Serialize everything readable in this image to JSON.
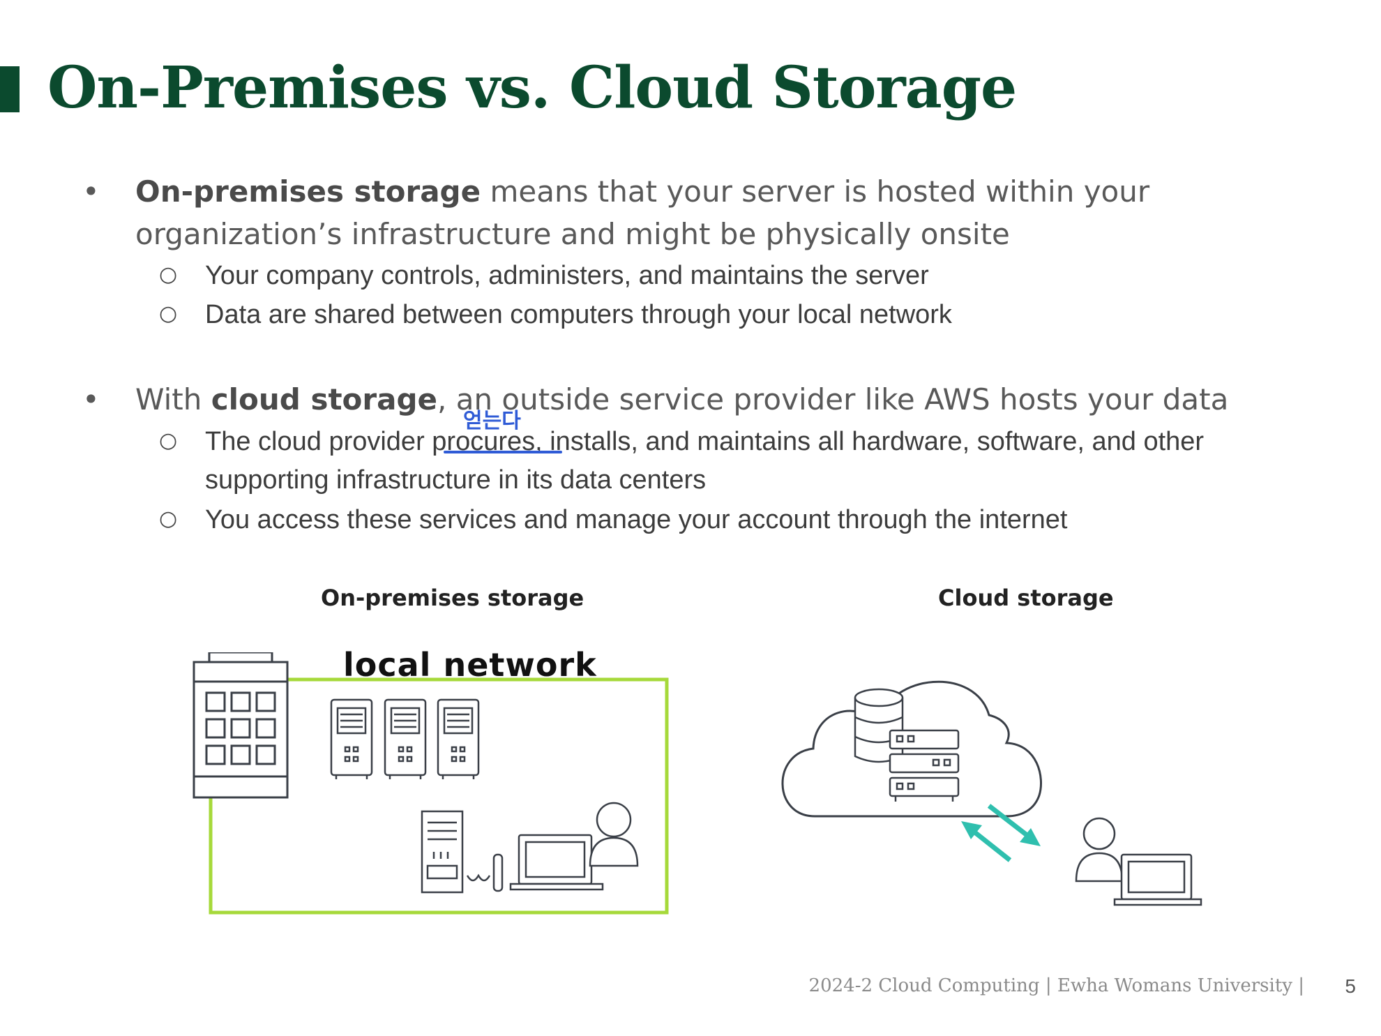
{
  "slide": {
    "title": "On-Premises vs. Cloud Storage"
  },
  "bullets": [
    {
      "marker": "•",
      "lead_bold": "On-premises storage",
      "line1_rest": " means that your server is hosted within your",
      "line2": "organization’s infrastructure and might be physically onsite",
      "subitems": [
        {
          "marker": "○",
          "lines": [
            "Your company controls, administers, and maintains the server"
          ]
        },
        {
          "marker": "○",
          "lines": [
            "Data are shared between computers through your local network"
          ]
        }
      ]
    },
    {
      "marker": "•",
      "lead": "With ",
      "lead_bold": "cloud storage",
      "line1_rest": ", an outside service provider like AWS hosts your data",
      "subitems": [
        {
          "marker": "○",
          "lines": [
            "The cloud provider procures, installs, and maintains all hardware, software, and other",
            "supporting infrastructure in its data centers"
          ]
        },
        {
          "marker": "○",
          "lines": [
            "You access these services and manage your account through the internet"
          ]
        }
      ]
    }
  ],
  "annotations": {
    "handwritten_korean": "얻는다",
    "handwritten_network": "local network"
  },
  "diagrams": {
    "on_premises_label": "On-premises storage",
    "cloud_label": "Cloud storage",
    "colors": {
      "network_box": "#a6d93a",
      "arrows": "#2fbfae",
      "icon_stroke": "#3a3f47"
    }
  },
  "footer": {
    "text": "2024-2 Cloud Computing  |  Ewha Womans University  |",
    "page": "5"
  }
}
